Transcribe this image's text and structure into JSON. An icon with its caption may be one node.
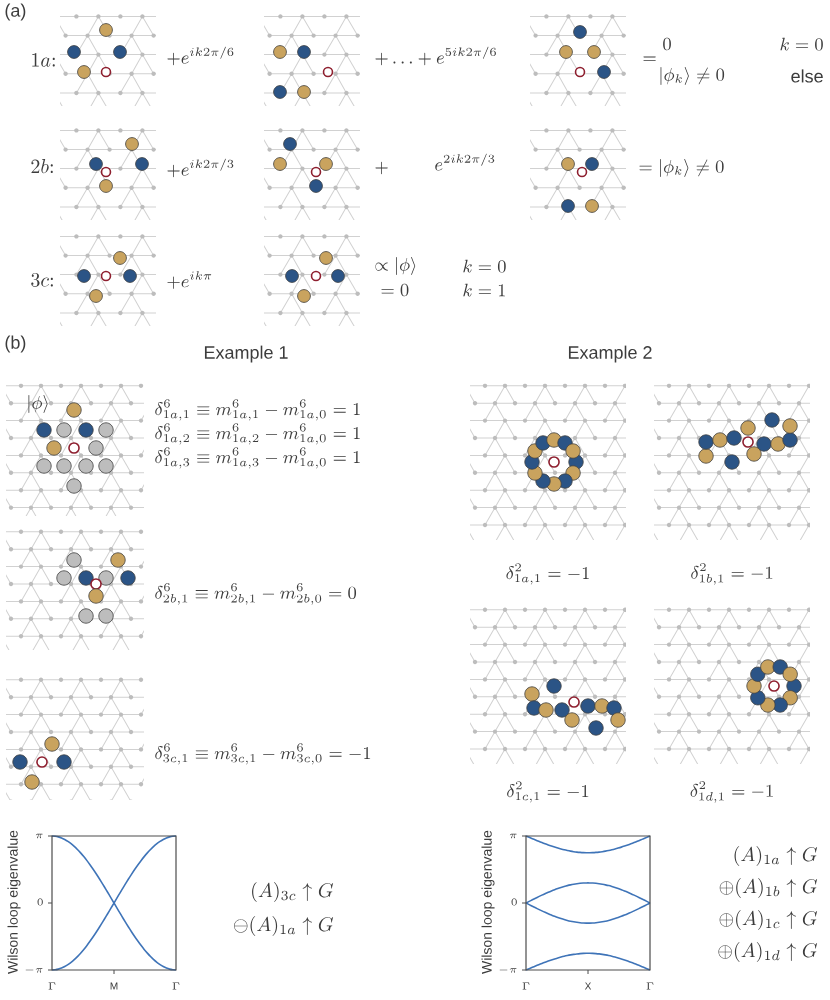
{
  "diagram": {
    "labels": [
      "(a)",
      "1a{:}",
      "+e^{ik2\\pi/6}",
      "+\\ldots+e^{5ik2\\pi/6}",
      "=",
      "0",
      "|\\phi_k\\rangle\\not=0",
      "k=0",
      "else",
      "2b{:}",
      "+e^{ik2\\pi/3}",
      "+",
      "e^{2ik2\\pi/3}",
      "=|\\phi_k\\rangle\\not=0",
      "3c{:}",
      "+e^{ik\\pi}",
      "\\propto|\\phi\\rangle",
      "=0",
      "k=0",
      "k=1",
      "(b)",
      "Example 1",
      "Example 2",
      "|\\phi\\rangle",
      "\\delta^6_{1a,1}\\equiv m^6_{1a,1}-m^6_{1a,0}=1",
      "\\delta^6_{1a,2}\\equiv m^6_{1a,2}-m^6_{1a,0}=1",
      "\\delta^6_{1a,3}\\equiv m^6_{1a,3}-m^6_{1a,0}=1",
      "\\delta^6_{2b,1}\\equiv m^6_{2b,1}-m^6_{2b,0}=0",
      "\\delta^6_{3c,1}\\equiv m^6_{3c,1}-m^6_{3c,0}=-1",
      "\\delta^2_{1a,1}=-1",
      "\\delta^2_{1b,1}=-1",
      "\\delta^2_{1c,1}=-1",
      "\\delta^2_{1d,1}=-1",
      "Wilson loop eigenvalue",
      "\\pi",
      "0",
      "-\\pi",
      "\\Gamma",
      "M",
      "\\Gamma",
      "(A)_{3c}\\uparrow G",
      "\\ominus(A)_{1a}\\uparrow G",
      "Wilson loop eigenvalue",
      "\\pi",
      "0",
      "-\\pi",
      "\\Gamma",
      "X",
      "\\Gamma",
      "(A)_{1a}\\uparrow G",
      "\\oplus(A)_{1b}\\uparrow G",
      "\\oplus(A)_{1c}\\uparrow G",
      "\\oplus(A)_{1d}\\uparrow G"
    ]
  }
}
